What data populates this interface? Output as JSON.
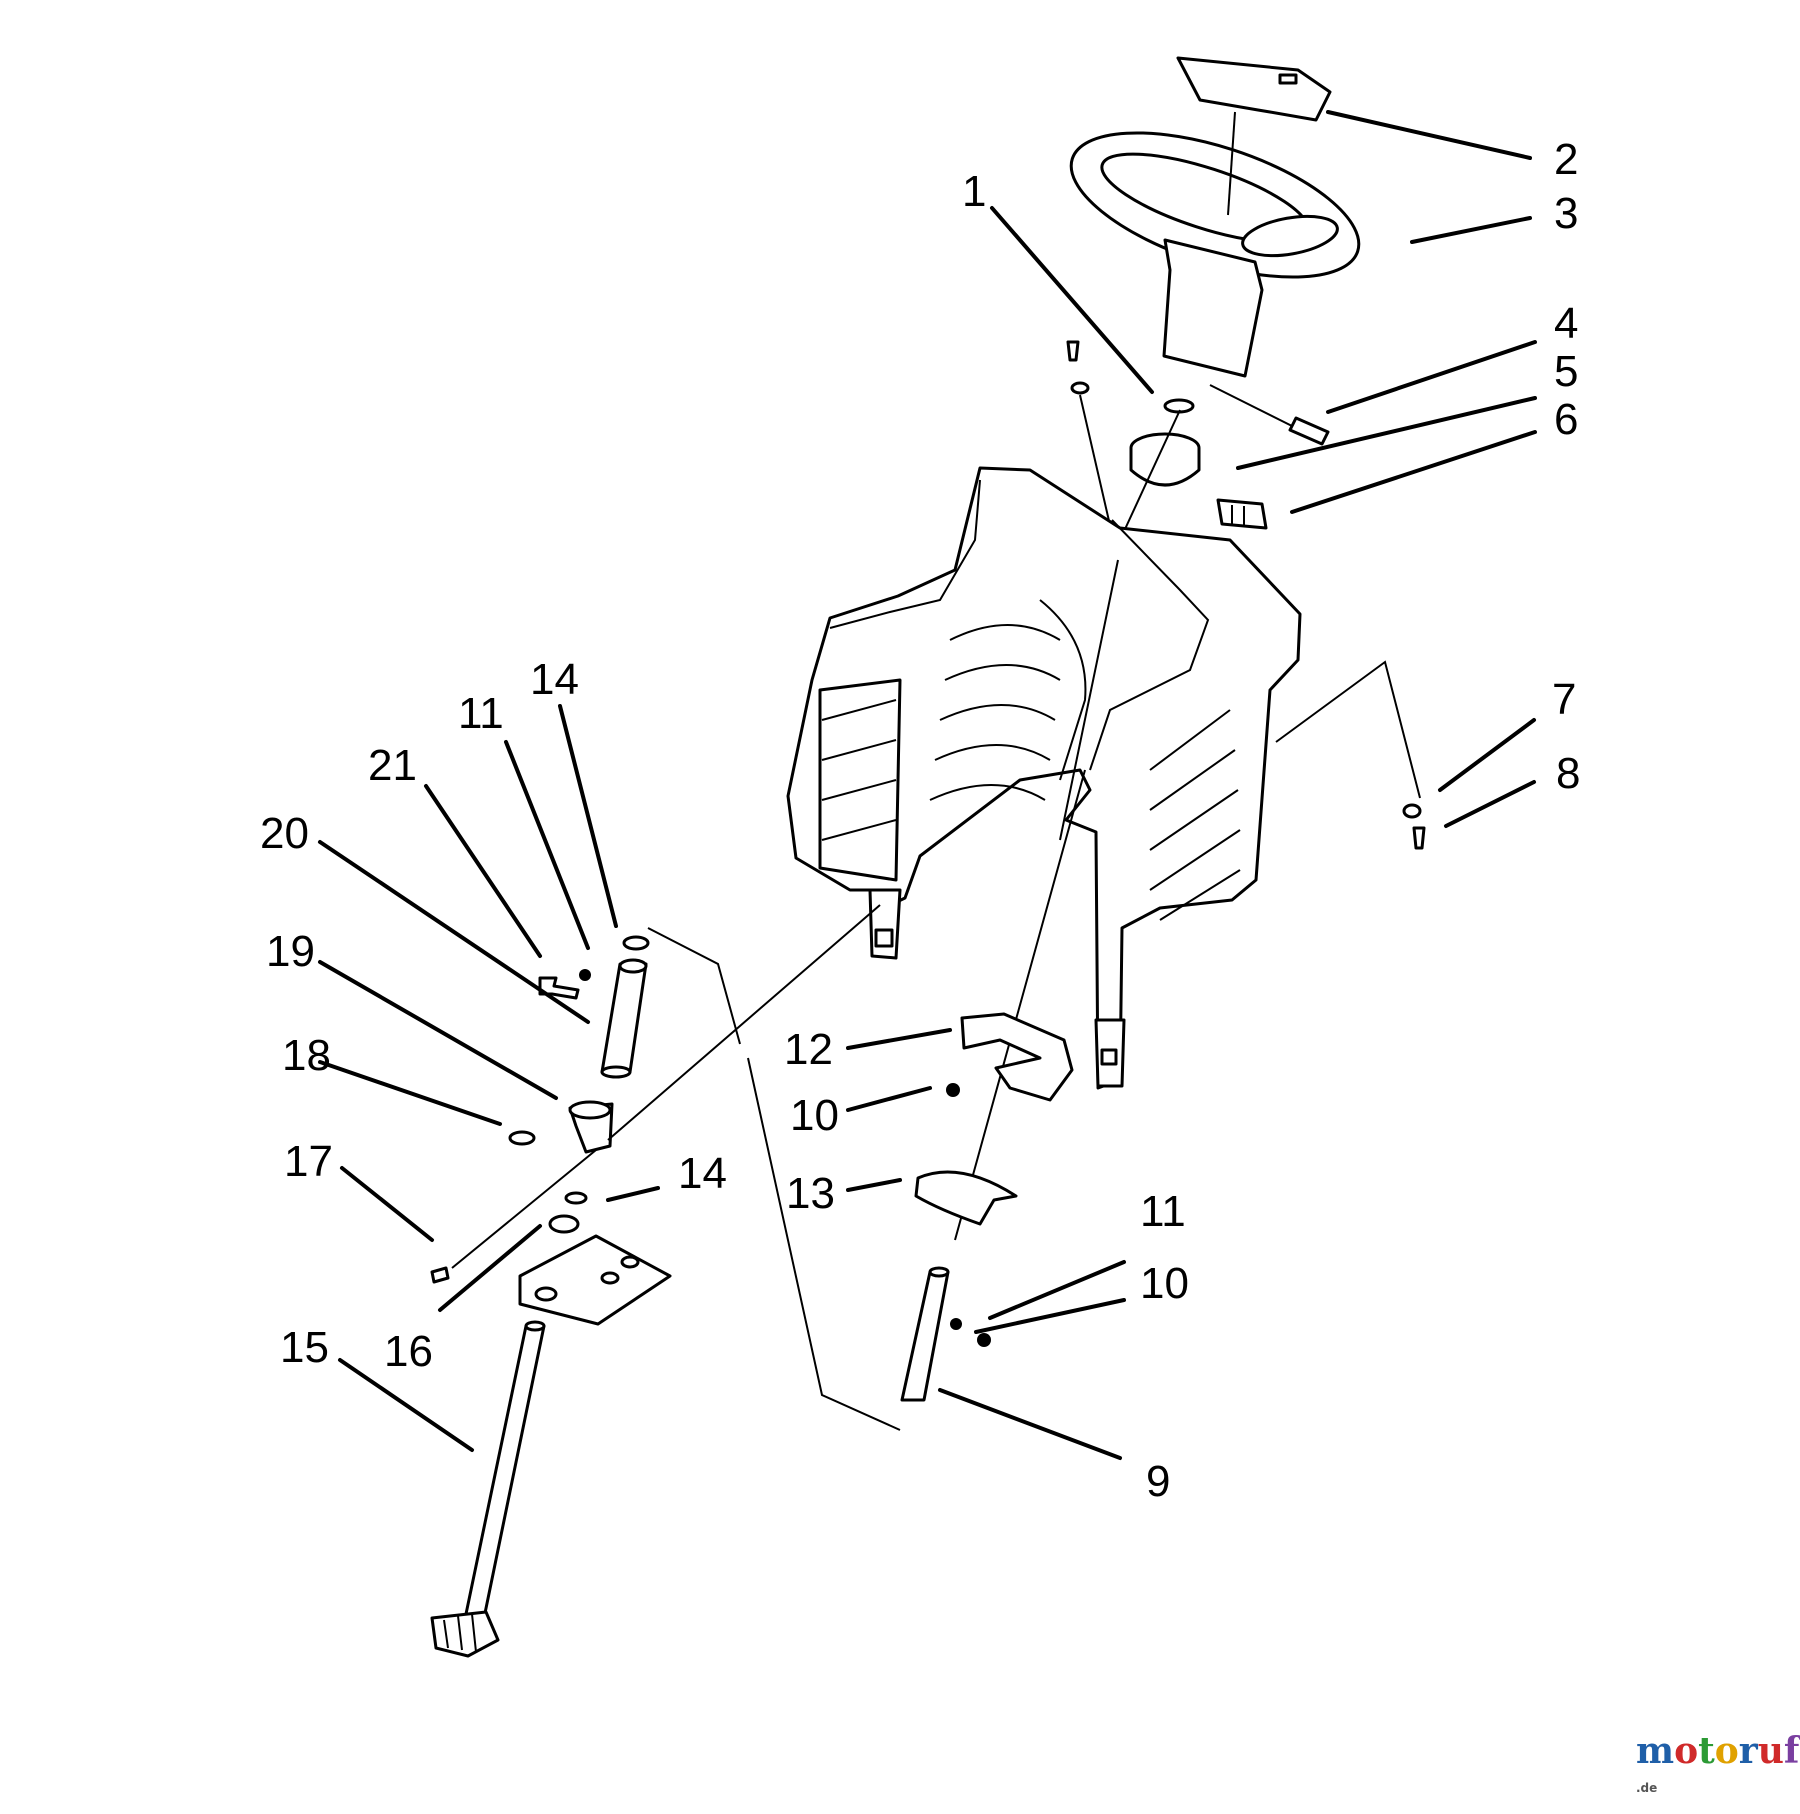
{
  "diagram": {
    "callouts": {
      "c1": "1",
      "c2": "2",
      "c3": "3",
      "c4": "4",
      "c5": "5",
      "c6": "6",
      "c7": "7",
      "c8": "8",
      "c9": "9",
      "c10a": "10",
      "c10b": "10",
      "c11a": "11",
      "c11b": "11",
      "c12": "12",
      "c13": "13",
      "c14a": "14",
      "c14b": "14",
      "c15": "15",
      "c16": "16",
      "c17": "17",
      "c18": "18",
      "c19": "19",
      "c20": "20",
      "c21": "21"
    }
  },
  "watermark": {
    "letters": [
      "m",
      "o",
      "t",
      "o",
      "r",
      "u",
      "f"
    ],
    "colors": [
      "#1f5fa8",
      "#d02a2a",
      "#2c9a35",
      "#e0a100",
      "#1f5fa8",
      "#d02a2a",
      "#7a3fa0"
    ],
    "suffix": ".de"
  }
}
